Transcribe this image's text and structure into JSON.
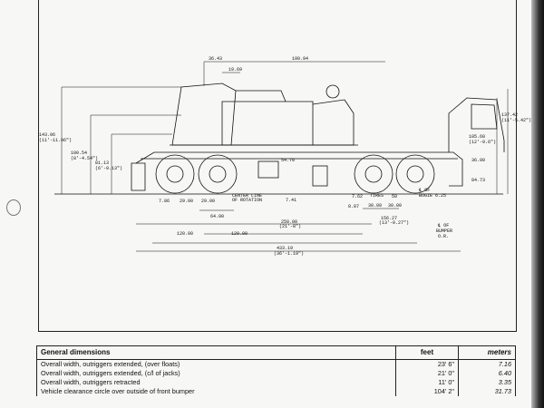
{
  "drawing": {
    "labels": {
      "d1": "36.43",
      "d2": "19.69",
      "d3": "190.94",
      "h1": "143.96",
      "h1b": "(11'-11.96\")",
      "h2": "100.54",
      "h2b": "(8'-4.54\")",
      "h3": "81.13",
      "h3b": "(6'-9.13\")",
      "h4": "137.42",
      "h4b": "(11'-5.42\")",
      "h5": "105.60",
      "h5b": "(12'-9.6\")",
      "h6": "36.00",
      "h7": "84.73",
      "h8": "54.70",
      "b1": "7.86",
      "b2": "29.00",
      "b3": "29.00",
      "rot": "CENTER LINE",
      "rot2": "OF ROTATION",
      "b4": "7.41",
      "b5": "7.62",
      "b6": "8.87",
      "tires": "TIRES",
      "b7": "50",
      "b8": "30.00",
      "b9": "30.00",
      "bogie1": "℄ OF",
      "bogie2": "BOGIE",
      "b10": "6.25",
      "c1": "64.00",
      "c2": "250.00",
      "c2b": "(21'-8\")",
      "c3": "156.27",
      "c3b": "(13'-0.27\")",
      "c4": "120.00",
      "c5": "120.00",
      "c6": "433.19",
      "c6b": "(36'-1.19\")",
      "bump1": "℄ OF",
      "bump2": "BUMPER",
      "bump3": "O.R."
    }
  },
  "table": {
    "header": {
      "label": "General dimensions",
      "feet": "feet",
      "meters": "meters"
    },
    "rows": [
      {
        "label": "Overall width, outriggers extended, (over floats)",
        "feet": "23' 6\"",
        "meters": "7.16"
      },
      {
        "label": "Overall width, outriggers extended, (c/l of jacks)",
        "feet": "21' 0\"",
        "meters": "6.40"
      },
      {
        "label": "Overall width, outriggers retracted",
        "feet": "11' 0\"",
        "meters": "3.35"
      },
      {
        "label": "Vehicle clearance circle over outside of front bumper",
        "feet": "104' 2\"",
        "meters": "31.73"
      }
    ]
  }
}
